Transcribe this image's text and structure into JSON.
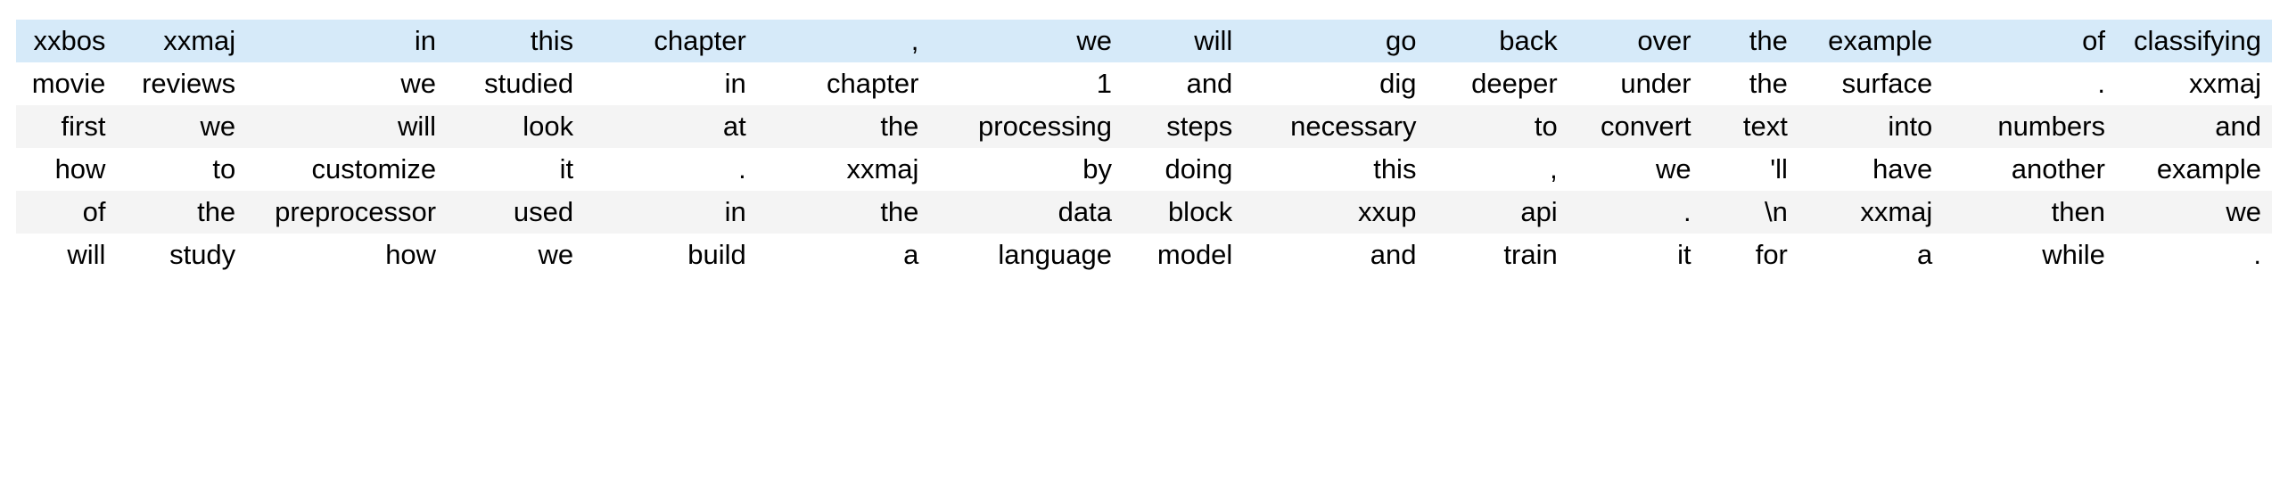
{
  "table": {
    "kind": "tokenized-text-grid",
    "colors": {
      "header_background": "#d6eaf9",
      "odd_row_background": "#ffffff",
      "even_row_background": "#f4f4f4",
      "text": "#000000"
    },
    "column_count": 15,
    "row_count": 6,
    "rows": [
      {
        "style": "header",
        "cells": [
          "xxbos",
          "xxmaj",
          "in",
          "this",
          "chapter",
          ",",
          "we",
          "will",
          "go",
          "back",
          "over",
          "the",
          "example",
          "of",
          "classifying"
        ]
      },
      {
        "style": "odd",
        "cells": [
          "movie",
          "reviews",
          "we",
          "studied",
          "in",
          "chapter",
          "1",
          "and",
          "dig",
          "deeper",
          "under",
          "the",
          "surface",
          ".",
          "xxmaj"
        ]
      },
      {
        "style": "even",
        "cells": [
          "first",
          "we",
          "will",
          "look",
          "at",
          "the",
          "processing",
          "steps",
          "necessary",
          "to",
          "convert",
          "text",
          "into",
          "numbers",
          "and"
        ]
      },
      {
        "style": "odd",
        "cells": [
          "how",
          "to",
          "customize",
          "it",
          ".",
          "xxmaj",
          "by",
          "doing",
          "this",
          ",",
          "we",
          "'ll",
          "have",
          "another",
          "example"
        ]
      },
      {
        "style": "even",
        "cells": [
          "of",
          "the",
          "preprocessor",
          "used",
          "in",
          "the",
          "data",
          "block",
          "xxup",
          "api",
          ".",
          "\\n",
          "xxmaj",
          "then",
          "we"
        ]
      },
      {
        "style": "odd",
        "cells": [
          "will",
          "study",
          "how",
          "we",
          "build",
          "a",
          "language",
          "model",
          "and",
          "train",
          "it",
          "for",
          "a",
          "while",
          "."
        ]
      }
    ]
  }
}
